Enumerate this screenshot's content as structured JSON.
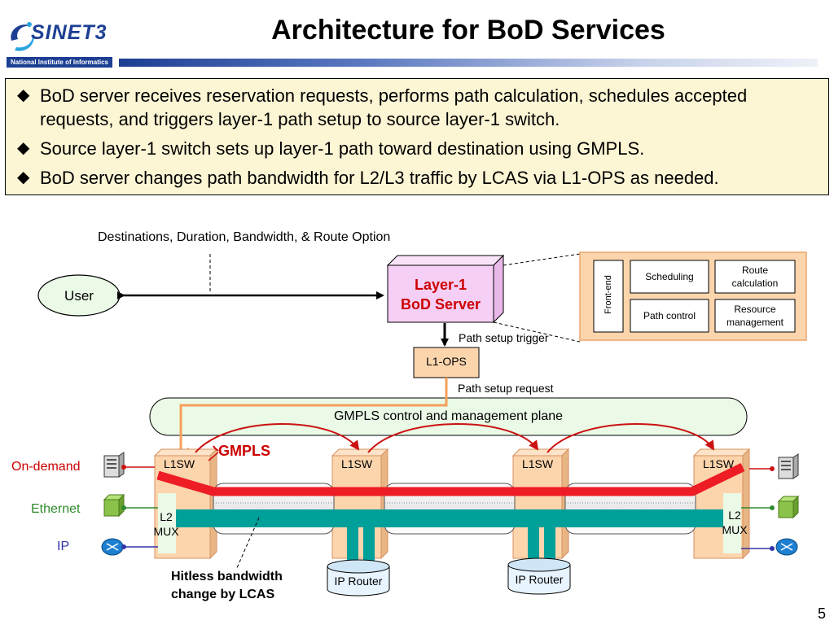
{
  "logo": {
    "text": "SINET3",
    "subtitle": "National Institute of Informatics"
  },
  "slide": {
    "title": "Architecture for BoD Services",
    "page_number": "5"
  },
  "bullets": [
    "BoD server receives reservation requests, performs path calculation, schedules accepted requests, and triggers layer-1 path setup to source layer-1 switch.",
    "Source layer-1 switch sets up layer-1 path toward destination using GMPLS.",
    "BoD server changes path bandwidth for L2/L3 traffic by LCAS via L1-OPS as needed."
  ],
  "diagram": {
    "request_label": "Destinations, Duration, Bandwidth, & Route Option",
    "user": "User",
    "bod_server_line1": "Layer-1",
    "bod_server_line2": "BoD Server",
    "modules": {
      "front_end": "Front-end",
      "scheduling": "Scheduling",
      "route_calc_line1": "Route",
      "route_calc_line2": "calculation",
      "path_control": "Path control",
      "resource_line1": "Resource",
      "resource_line2": "management"
    },
    "path_setup_trigger": "Path setup trigger",
    "l1ops": "L1-OPS",
    "path_setup_request": "Path setup request",
    "gmpls_plane": "GMPLS control and management plane",
    "gmpls": "GMPLS",
    "l1sw": "L1SW",
    "l2mux_line1": "L2",
    "l2mux_line2": "MUX",
    "ip_router": "IP Router",
    "hitless_line1": "Hitless bandwidth",
    "hitless_line2": "change by LCAS",
    "services": {
      "on_demand": "On-demand",
      "ethernet": "Ethernet",
      "ip": "IP"
    },
    "colors": {
      "red": "#ee1c24",
      "teal": "#00a09a",
      "orange_box": "#fcd5ad",
      "plane": "#eafae6",
      "server": "#f5cff5",
      "dark_red": "#cc1111"
    }
  }
}
